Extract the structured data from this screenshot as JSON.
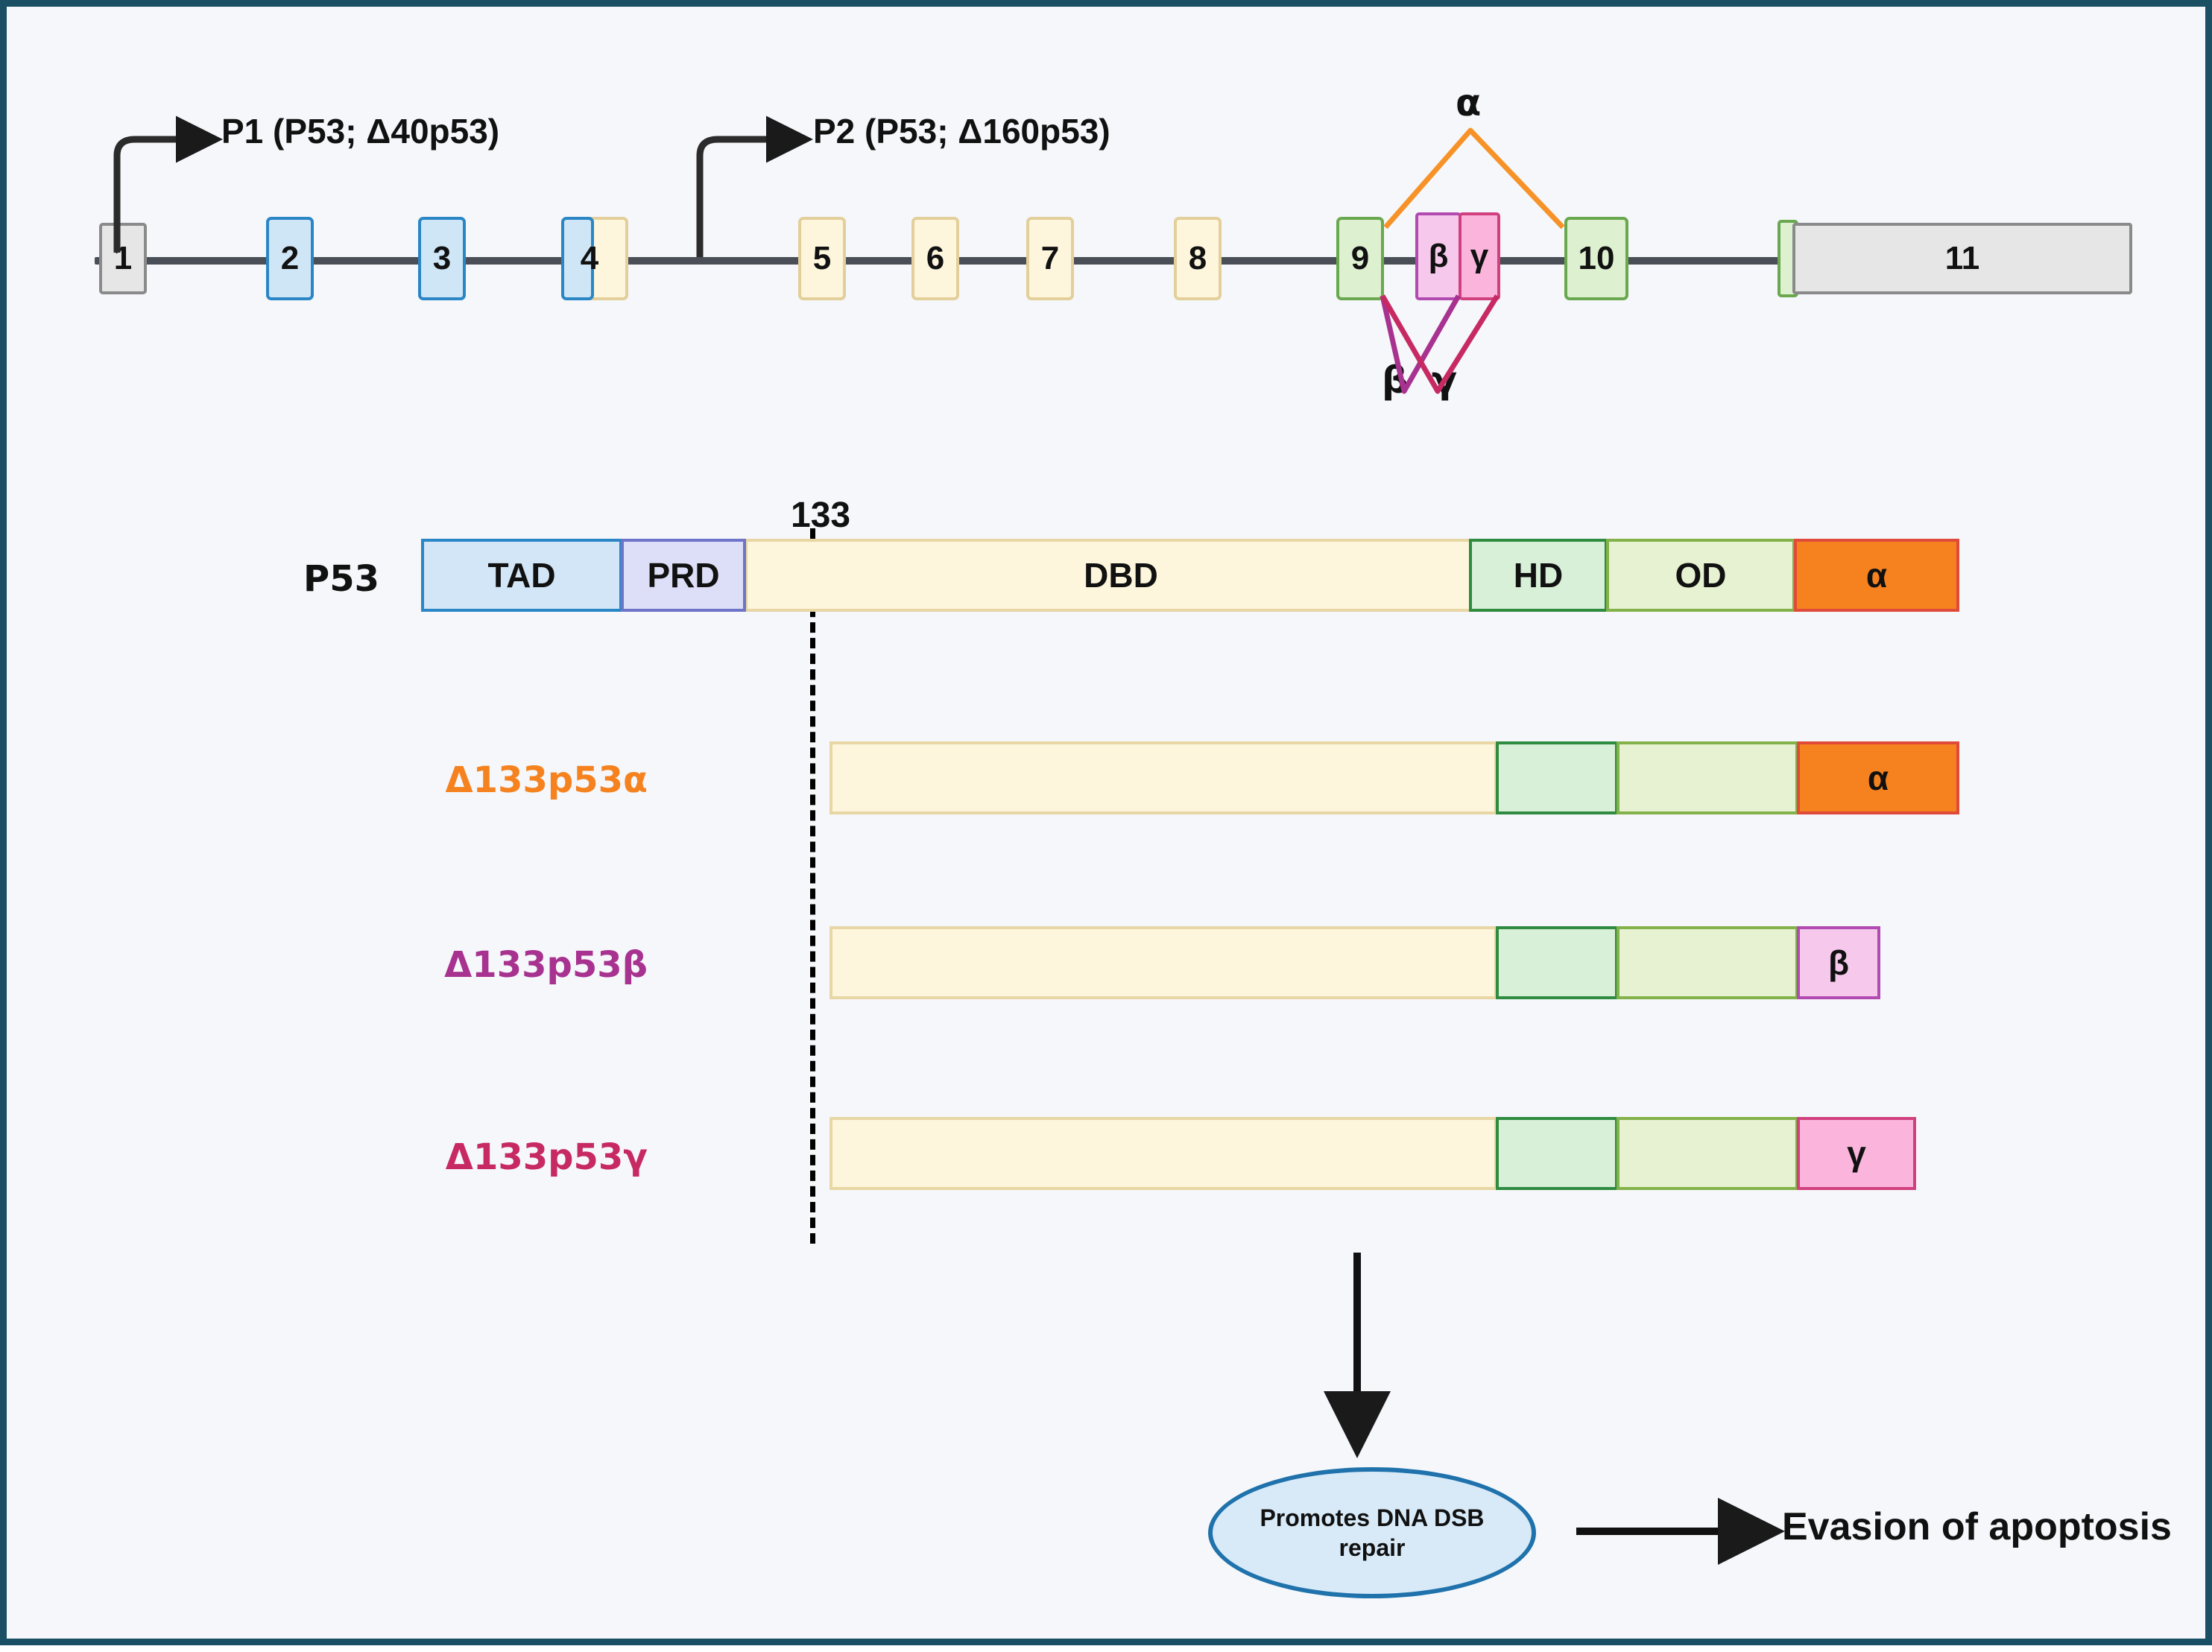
{
  "figure": {
    "frame_color": "#1b4f63",
    "background": "#f5f7fa"
  },
  "gene_track": {
    "promoters": [
      {
        "id": "P1",
        "label": "P1 (P53; Δ40p53)"
      },
      {
        "id": "P2",
        "label": "P2 (P53; Δ160p53)"
      }
    ],
    "exons": [
      {
        "label": "1",
        "fill": "#e6e6e6",
        "border": "#8a8a8a"
      },
      {
        "label": "2",
        "fill": "#cfe6f7",
        "border": "#2b86c5"
      },
      {
        "label": "3",
        "fill": "#cfe6f7",
        "border": "#2b86c5"
      },
      {
        "label": "4",
        "fill": "#cfe6f7",
        "border": "#2b86c5"
      },
      {
        "label": "5",
        "fill": "#fdf6dd",
        "border": "#e3cf9a"
      },
      {
        "label": "6",
        "fill": "#fdf6dd",
        "border": "#e3cf9a"
      },
      {
        "label": "7",
        "fill": "#fdf6dd",
        "border": "#e3cf9a"
      },
      {
        "label": "8",
        "fill": "#fdf6dd",
        "border": "#e3cf9a"
      },
      {
        "label": "9",
        "fill": "#ddf0cf",
        "border": "#6aa84f"
      },
      {
        "label": "10",
        "fill": "#ddf0cf",
        "border": "#6aa84f"
      },
      {
        "label": "11",
        "fill": "#e6e6e6",
        "border": "#8a8a8a"
      }
    ],
    "alt_exons": [
      {
        "label": "β",
        "fill": "#f6c8ec",
        "border": "#b14ab1"
      },
      {
        "label": "γ",
        "fill": "#fbb5dd",
        "border": "#d1407e"
      }
    ],
    "splice_labels": [
      {
        "label": "α",
        "color": "#f79228",
        "position": "top"
      },
      {
        "label": "β",
        "color": "#b14ab1",
        "position": "bottom"
      },
      {
        "label": "γ",
        "color": "#d1407e",
        "position": "bottom"
      }
    ]
  },
  "protein_map": {
    "position_marker": "133",
    "rows": [
      {
        "name": "P53",
        "label_color": "#111111",
        "segments": [
          {
            "label": "TAD",
            "fill": "#d2e6f7",
            "border": "#2b86c5"
          },
          {
            "label": "PRD",
            "fill": "#dcdff7",
            "border": "#6f74c9"
          },
          {
            "label": "DBD",
            "fill": "#fdf6dd",
            "border": "#e8d7a4"
          },
          {
            "label": "HD",
            "fill": "#d8efd8",
            "border": "#2e8b3f"
          },
          {
            "label": "OD",
            "fill": "#e6f2d2",
            "border": "#84b24a"
          },
          {
            "label": "α",
            "fill": "#f5821f",
            "border": "#e04a3a"
          }
        ]
      },
      {
        "name": "Δ133p53α",
        "label_color": "#f5821f",
        "segments": [
          {
            "label": "",
            "fill": "#fdf6dd",
            "border": "#e8d7a4"
          },
          {
            "label": "",
            "fill": "#d8efd8",
            "border": "#2e8b3f"
          },
          {
            "label": "",
            "fill": "#e6f2d2",
            "border": "#84b24a"
          },
          {
            "label": "α",
            "fill": "#f5821f",
            "border": "#e04a3a"
          }
        ]
      },
      {
        "name": "Δ133p53β",
        "label_color": "#a8328f",
        "segments": [
          {
            "label": "",
            "fill": "#fdf6dd",
            "border": "#e8d7a4"
          },
          {
            "label": "",
            "fill": "#d8efd8",
            "border": "#2e8b3f"
          },
          {
            "label": "",
            "fill": "#e6f2d2",
            "border": "#84b24a"
          },
          {
            "label": "β",
            "fill": "#f6c8ec",
            "border": "#b14ab1"
          }
        ]
      },
      {
        "name": "Δ133p53γ",
        "label_color": "#c72a63",
        "segments": [
          {
            "label": "",
            "fill": "#fdf6dd",
            "border": "#e8d7a4"
          },
          {
            "label": "",
            "fill": "#d8efd8",
            "border": "#2e8b3f"
          },
          {
            "label": "",
            "fill": "#e6f2d2",
            "border": "#84b24a"
          },
          {
            "label": "γ",
            "fill": "#fbb5dd",
            "border": "#d1407e"
          }
        ]
      }
    ]
  },
  "outcome": {
    "node_text": "Promotes DNA DSB\nrepair",
    "node_line1": "Promotes DNA DSB",
    "node_line2": "repair",
    "node_fill": "#d8eaf8",
    "node_border": "#1f72ab",
    "result": "Evasion of apoptosis"
  }
}
